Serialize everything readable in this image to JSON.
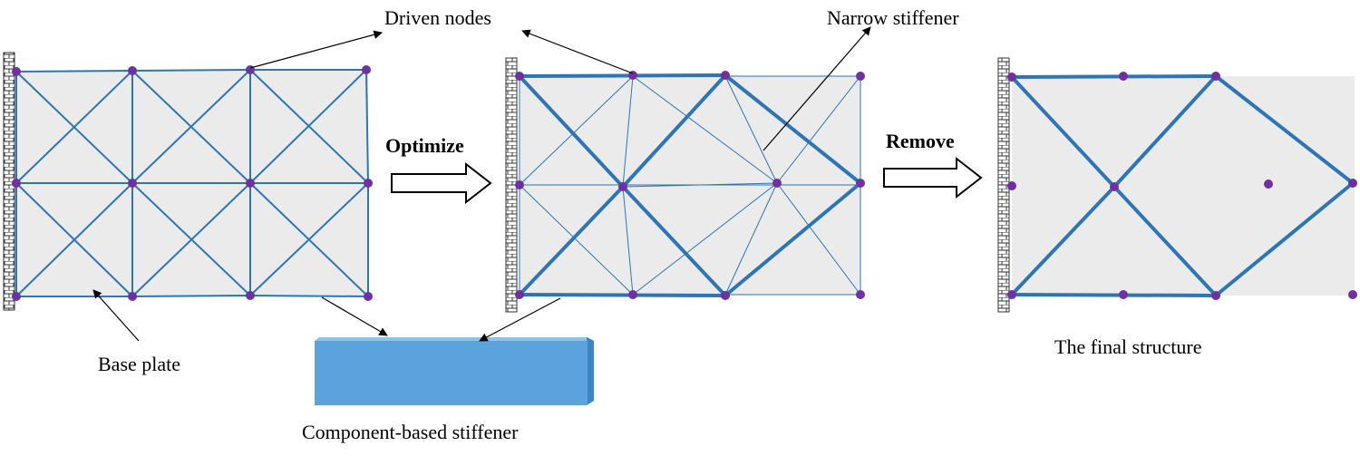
{
  "labels": {
    "driven_nodes": "Driven nodes",
    "narrow_stiffener": "Narrow stiffener",
    "optimize": "Optimize",
    "remove": "Remove",
    "base_plate": "Base plate",
    "component_stiffener": "Component-based stiffener",
    "final_structure": "The final structure"
  },
  "colors": {
    "plate": "#ebebeb",
    "member": "#2e75b6",
    "node": "#7030a0",
    "component_front": "#5aa3dc",
    "component_side": "#3b86c4",
    "wall": "#333333"
  }
}
